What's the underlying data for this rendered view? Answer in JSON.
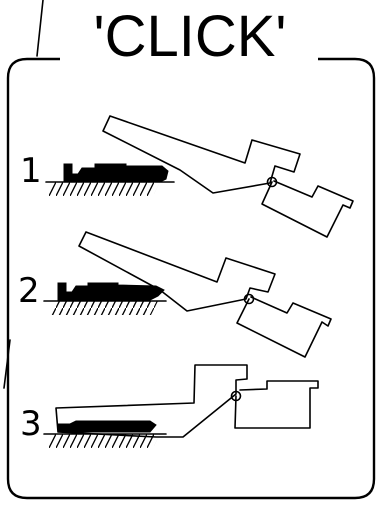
{
  "title": "'CLICK'",
  "steps": [
    {
      "number": "1"
    },
    {
      "number": "2"
    },
    {
      "number": "3"
    }
  ],
  "colors": {
    "line": "#000000",
    "background": "#ffffff"
  }
}
